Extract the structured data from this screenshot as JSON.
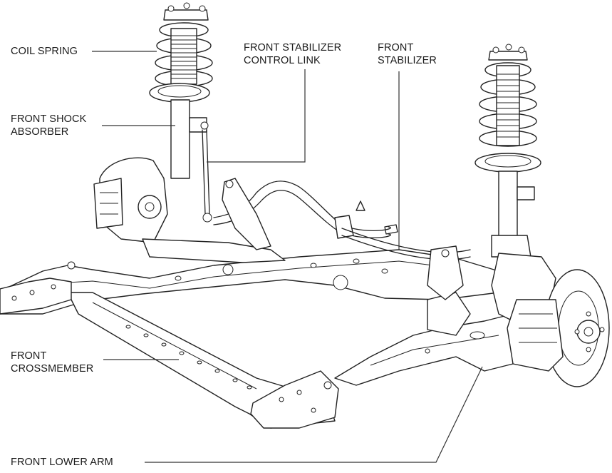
{
  "diagram": {
    "subject": "Front suspension assembly",
    "labels": {
      "coil_spring": "COIL SPRING",
      "front_shock_absorber": "FRONT SHOCK\nABSORBER",
      "front_stabilizer_control_link": "FRONT STABILIZER\nCONTROL LINK",
      "front_stabilizer": "FRONT\nSTABILIZER",
      "front_crossmember": "FRONT\nCROSSMEMBER",
      "front_lower_arm": "FRONT LOWER ARM"
    },
    "colors": {
      "line": "#222222",
      "background": "#ffffff"
    }
  }
}
